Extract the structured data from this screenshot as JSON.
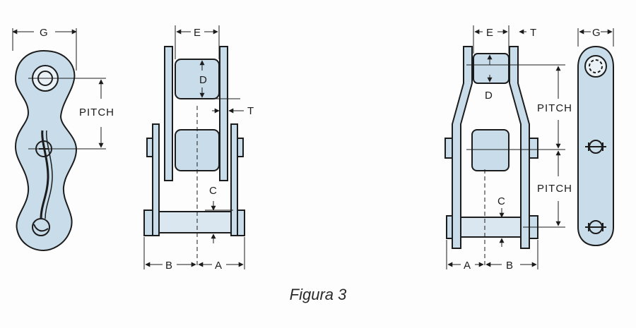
{
  "figure": {
    "caption": "Figura 3"
  },
  "view1": {
    "label_g": "G",
    "label_pitch": "PITCH"
  },
  "view2": {
    "label_e": "E",
    "label_d": "D",
    "label_t": "T",
    "label_c": "C",
    "label_b": "B",
    "label_a": "A"
  },
  "view3": {
    "label_e": "E",
    "label_t": "T",
    "label_d": "D",
    "label_pitch_upper": "PITCH",
    "label_pitch_lower": "PITCH",
    "label_c": "C",
    "label_a": "A",
    "label_b": "B"
  },
  "view4": {
    "label_g": "G"
  },
  "colors": {
    "plate_fill": "#c9dcea",
    "line": "#1c1c1c",
    "background": "#fdfdfd"
  }
}
